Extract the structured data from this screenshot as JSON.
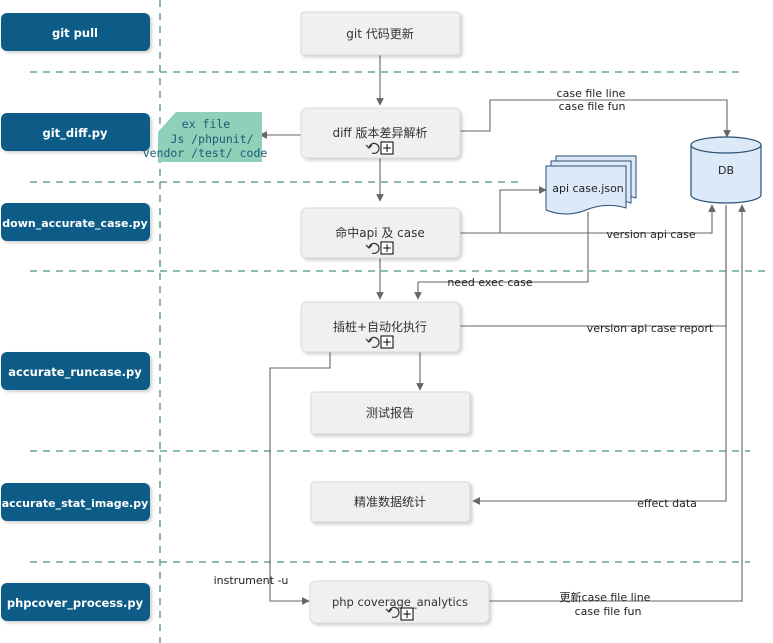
{
  "colors": {
    "stage_fill": "#0f5b87",
    "step_fill": "#f0f0f0",
    "step_stroke": "#d9d9d9",
    "note_fill": "#8fd0b8",
    "note_text": "#1d5a7a",
    "db_fill": "#dbe9f8",
    "db_stroke": "#2b4f73",
    "dashed_line": "#6aa88b",
    "arrow": "#666666"
  },
  "stages": [
    {
      "label": "git pull"
    },
    {
      "label": "git_diff.py"
    },
    {
      "label": "down_accurate_case.py"
    },
    {
      "label": "accurate_runcase.py"
    },
    {
      "label": "accurate_stat_image.py"
    },
    {
      "label": "phpcover_process.py"
    }
  ],
  "steps": {
    "git_update": "git 代码更新",
    "diff_parse": "diff 版本差异解析",
    "hit_api_case": "命中api 及 case",
    "instrument_exec": "插桩+自动化执行",
    "test_report": "测试报告",
    "precise_stats": "精准数据统计",
    "php_coverage": "php coverage_analytics"
  },
  "note": {
    "lines": [
      "ex file",
      "Js /phpunit/",
      "vendor /test/ code"
    ]
  },
  "db": {
    "label": "DB"
  },
  "doc": {
    "label": "api case.json"
  },
  "edge_labels": {
    "case_file_line_1": "case file line",
    "case_file_fun_1": "case file fun",
    "version_api_case": "version api case",
    "need_exec_case": "need exec case",
    "version_api_case_report": "version api case report",
    "effect_data": "effect data",
    "instrument_u": "instrument -u",
    "update_case_file_line": "更新case file line",
    "case_file_fun_2": "case file fun"
  },
  "markers": {
    "plus": "+"
  }
}
